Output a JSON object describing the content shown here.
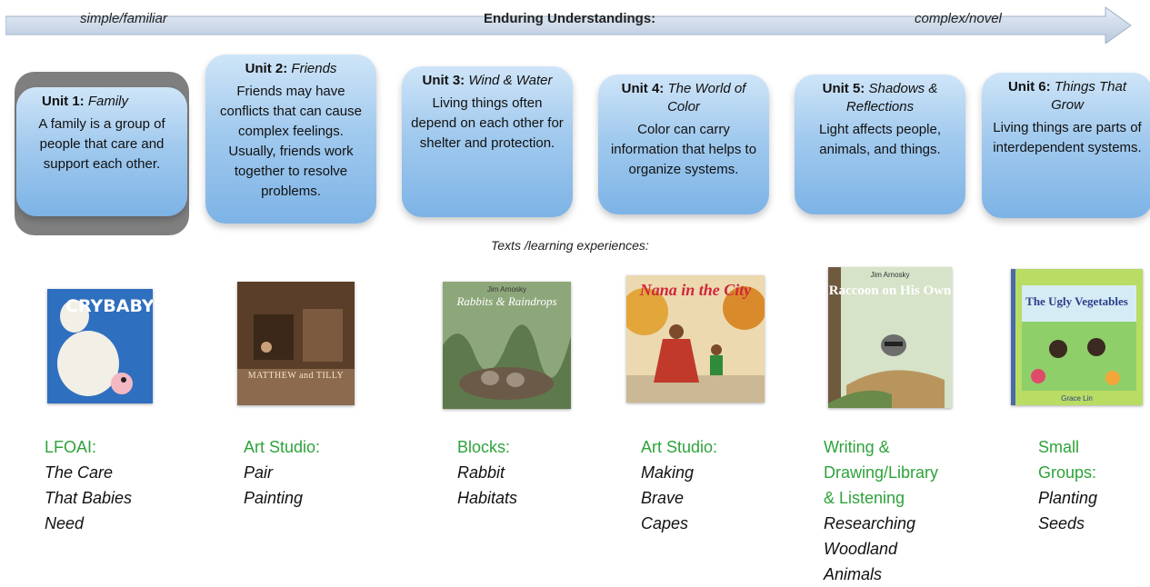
{
  "header": {
    "left_label": "simple/familiar",
    "center_label": "Enduring Understandings:",
    "right_label": "complex/novel"
  },
  "units": [
    {
      "number": "Unit 1:",
      "title": "Family",
      "text": "A family is a group of people that care and support each other."
    },
    {
      "number": "Unit 2:",
      "title": "Friends",
      "text": "Friends may have conflicts that can cause complex feelings. Usually, friends work together to resolve problems."
    },
    {
      "number": "Unit 3:",
      "title": "Wind & Water",
      "text": "Living things often depend on each other for shelter and protection."
    },
    {
      "number": "Unit 4:",
      "title": "The World of Color",
      "text": "Color can carry information that helps to organize systems."
    },
    {
      "number": "Unit 5:",
      "title": "Shadows & Reflections",
      "text": "Light affects people, animals, and things."
    },
    {
      "number": "Unit 6:",
      "title": "Things That Grow",
      "text": "Living things are parts of interdependent systems."
    }
  ],
  "texts_label": "Texts /learning experiences:",
  "books": [
    {
      "title": "CRYBABY",
      "author": "",
      "colors": {
        "bg": "#2f6fbf",
        "accent": "#f4f0e6",
        "text": "#ffffff"
      }
    },
    {
      "title": "MATTHEW and TILLY",
      "author": "",
      "colors": {
        "bg": "#6a4a33",
        "accent": "#8b6a4e",
        "text": "#f3e6c8"
      }
    },
    {
      "title": "Rabbits & Raindrops",
      "author": "Jim Arnosky",
      "colors": {
        "bg": "#7f9a6a",
        "accent": "#5c4a3a",
        "text": "#ffffff"
      }
    },
    {
      "title": "Nana in the City",
      "author": "",
      "colors": {
        "bg": "#e9d3a5",
        "accent": "#c0492a",
        "text": "#d0263a"
      }
    },
    {
      "title": "Raccoon on His Own",
      "author": "Jim Arnosky",
      "colors": {
        "bg": "#cfe0c3",
        "accent": "#7a5a3a",
        "text": "#ffffff"
      }
    },
    {
      "title": "The Ugly Vegetables",
      "author": "Grace Lin",
      "colors": {
        "bg": "#b9dc64",
        "accent": "#3f8a3a",
        "text": "#2c3f8a"
      }
    }
  ],
  "activities": [
    {
      "category": [
        "LFOAI:"
      ],
      "name": [
        "The Care",
        "That Babies",
        "Need"
      ]
    },
    {
      "category": [
        "Art Studio:"
      ],
      "name": [
        "Pair",
        "Painting"
      ]
    },
    {
      "category": [
        "Blocks:"
      ],
      "name": [
        "Rabbit",
        "Habitats"
      ]
    },
    {
      "category": [
        "Art Studio:"
      ],
      "name": [
        "Making",
        "Brave",
        "Capes"
      ]
    },
    {
      "category": [
        "Writing &",
        "Drawing/Library",
        "& Listening"
      ],
      "name": [
        "Researching",
        "Woodland",
        "Animals"
      ]
    },
    {
      "category": [
        "Small",
        "Groups:"
      ],
      "name": [
        "Planting",
        "Seeds"
      ]
    }
  ],
  "colors": {
    "arrow": "#c9d5e6",
    "card": "#8fbde9",
    "category_text": "#2ea33a"
  }
}
